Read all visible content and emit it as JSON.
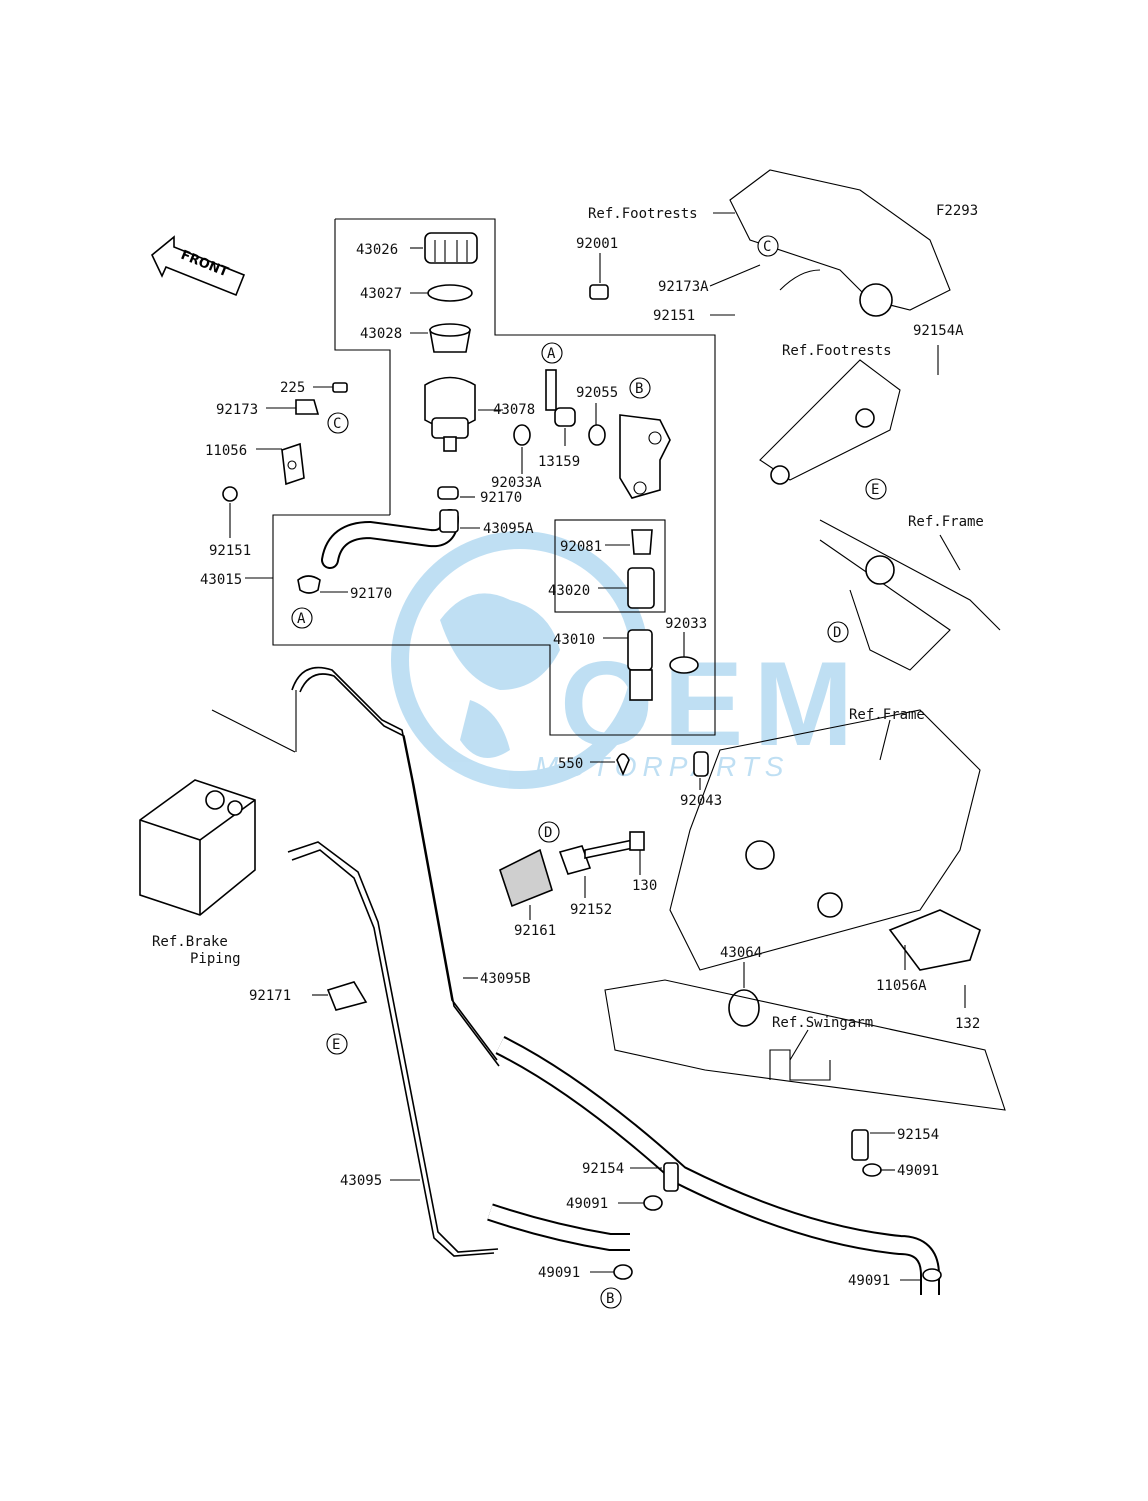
{
  "diagram_code": "F2293",
  "front_label": "FRONT",
  "watermark": {
    "line1": "OEM",
    "line2": "MOTORPARTS",
    "color": "#1e90d6"
  },
  "labels": {
    "p43026": "43026",
    "p43027": "43027",
    "p43028": "43028",
    "p92001": "92001",
    "p225": "225",
    "p92173": "92173",
    "p11056": "11056",
    "p92151a": "92151",
    "p43078": "43078",
    "p92170a": "92170",
    "p43095A": "43095A",
    "p43015": "43015",
    "p92170b": "92170",
    "p92033A": "92033A",
    "p13159": "13159",
    "p92055": "92055",
    "p92081": "92081",
    "p43020": "43020",
    "p43010": "43010",
    "p92033": "92033",
    "p550": "550",
    "p92043": "92043",
    "p92161": "92161",
    "p92152": "92152",
    "p130": "130",
    "p92171": "92171",
    "p43095B": "43095B",
    "p43064": "43064",
    "p11056A": "11056A",
    "p132": "132",
    "p92154a": "92154",
    "p49091a": "49091",
    "p49091b": "49091",
    "p43095": "43095",
    "p92154b": "92154",
    "p49091c": "49091",
    "p49091d": "49091",
    "p92173A": "92173A",
    "p92151b": "92151",
    "p92154A": "92154A"
  },
  "refs": {
    "footrests1": "Ref.Footrests",
    "footrests2": "Ref.Footrests",
    "frame1": "Ref.Frame",
    "frame2": "Ref.Frame",
    "brake_line1": "Ref.Brake",
    "brake_line2": "Piping",
    "swingarm": "Ref.Swingarm"
  },
  "callouts": {
    "A1": "A",
    "A2": "A",
    "B1": "B",
    "B2": "B",
    "C1": "C",
    "C2": "C",
    "D1": "D",
    "D2": "D",
    "E1": "E",
    "E2": "E"
  }
}
